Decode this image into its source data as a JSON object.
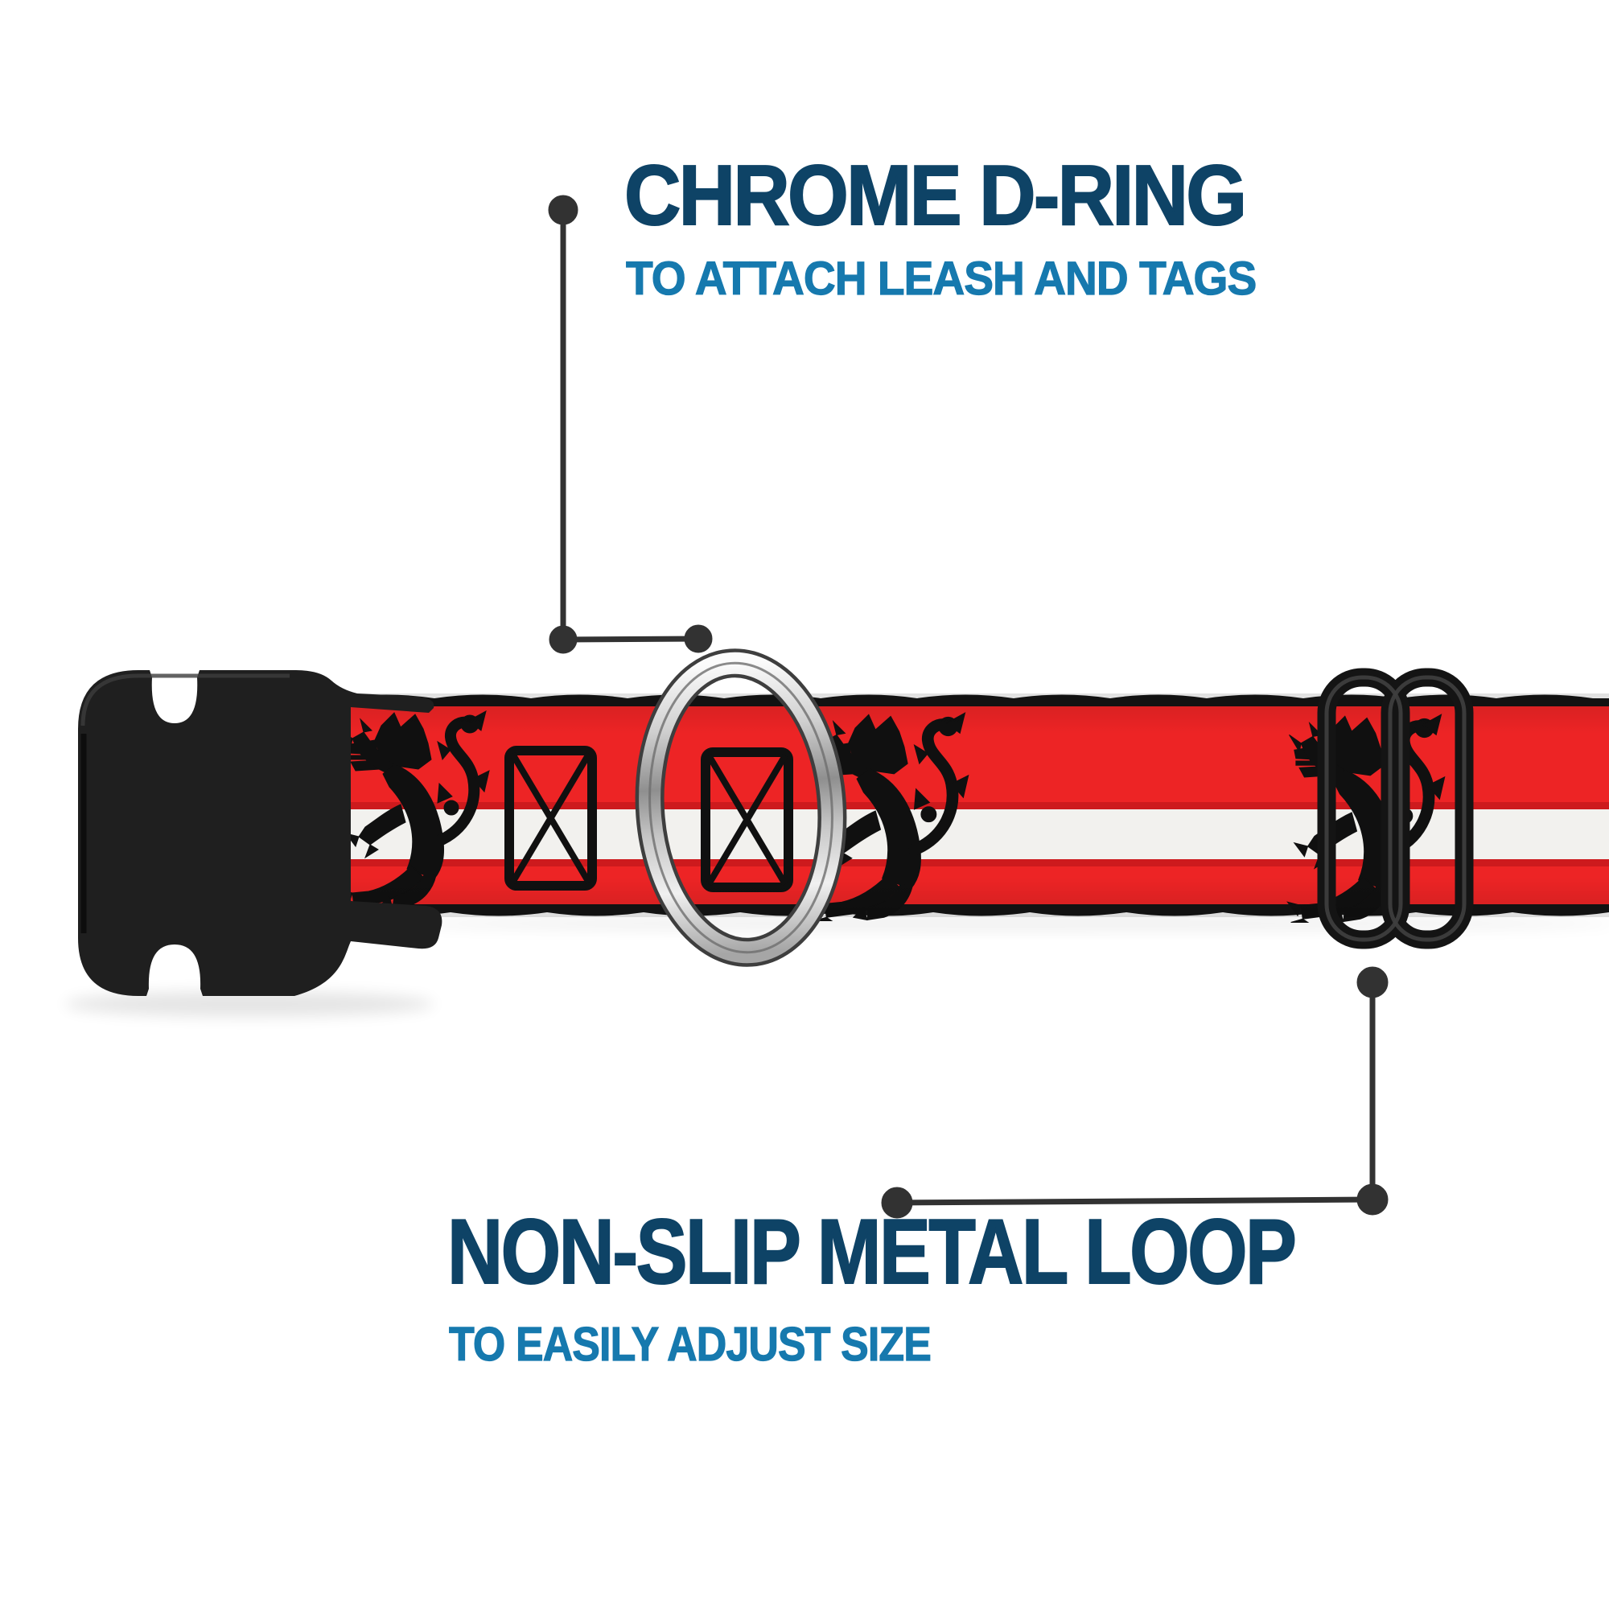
{
  "page": {
    "background": "#ffffff",
    "kind": "annotated product image of dog collar"
  },
  "callouts": {
    "top": {
      "title": "CHROME D-RING",
      "subtitle": "TO ATTACH LEASH AND TAGS"
    },
    "bottom": {
      "title": "NON-SLIP METAL LOOP",
      "subtitle": "TO EASILY ADJUST SIZE"
    }
  },
  "parts": {
    "buckle": "black-side-release-buckle",
    "d_ring": "chrome-d-ring",
    "slider": "black-metal-adjuster-loop",
    "webbing": "red-white-stripe-webbing-with-black-rampant-lions-and-crest-boxes"
  },
  "colors": {
    "title_navy": "#0e4366",
    "subtitle_blue": "#1679ae",
    "callout_gray": "#323232",
    "collar_red": "#ed2425",
    "stripe_line_red": "#c9191d",
    "stripe_white": "#f2f1ee",
    "pattern_black": "#101010",
    "hardware_black": "#1f1f1f",
    "edge_black": "#141414"
  }
}
